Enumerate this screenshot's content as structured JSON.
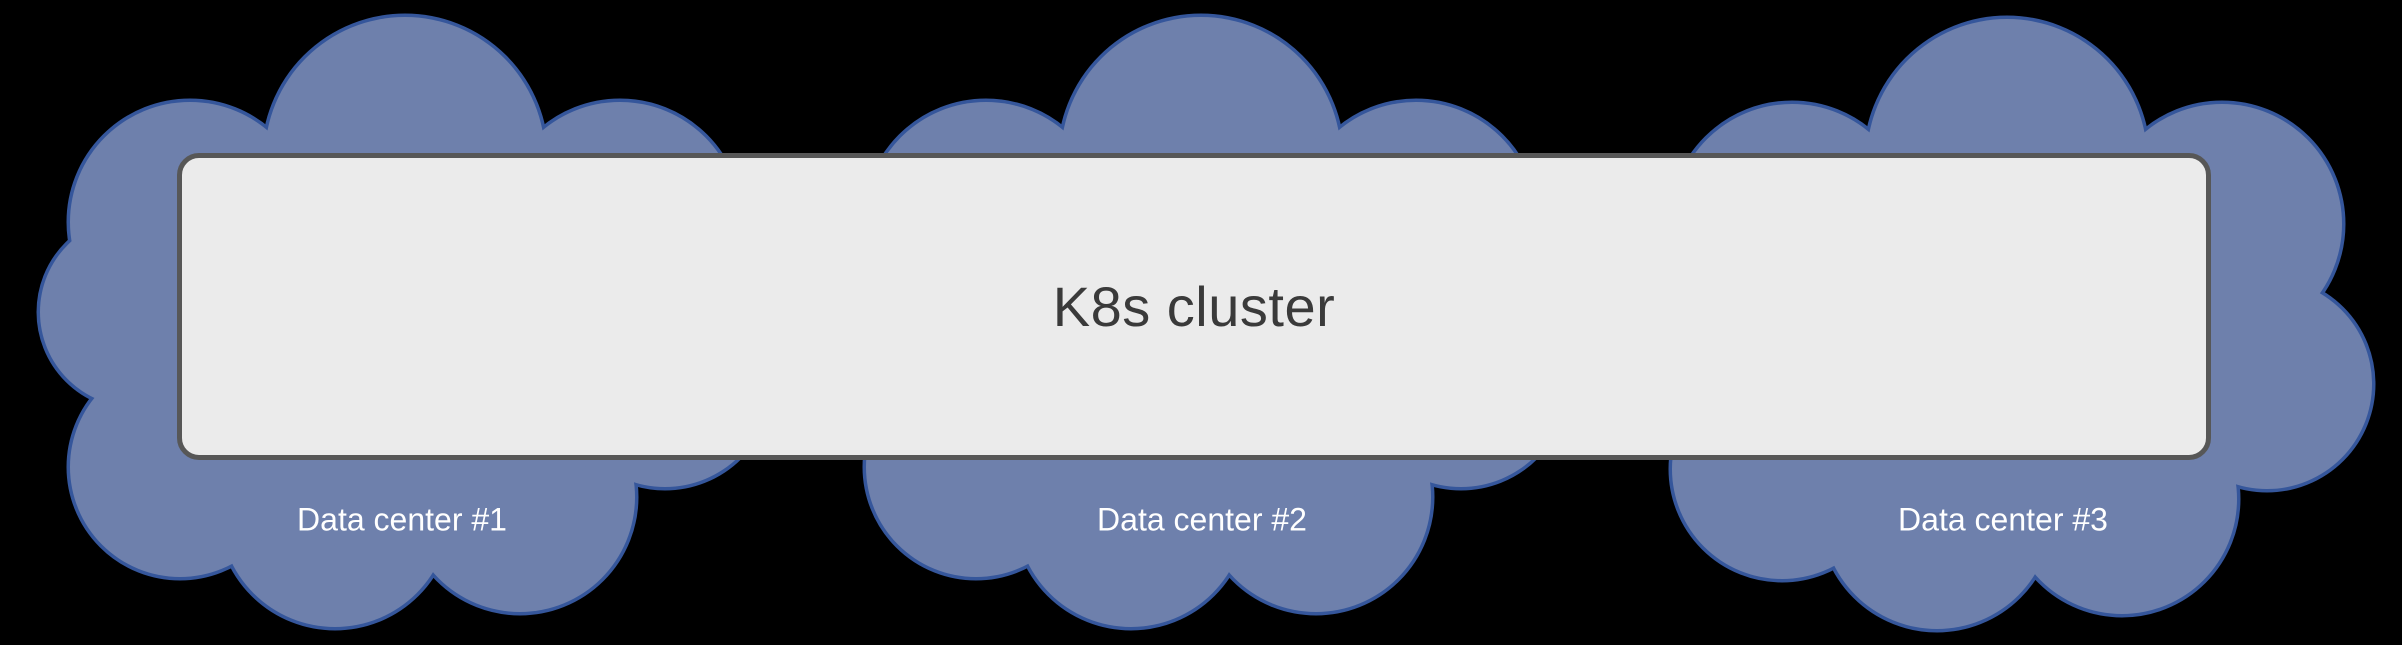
{
  "diagram": {
    "cluster_label": "K8s cluster",
    "clouds": [
      {
        "label": "Data center #1"
      },
      {
        "label": "Data center #2"
      },
      {
        "label": "Data center #3"
      }
    ],
    "colors": {
      "background": "#000000",
      "cloud_fill": "#6e80ac",
      "cloud_stroke": "#35569b",
      "cluster_fill": "#ebebeb",
      "cluster_stroke": "#575757",
      "cluster_text": "#3a3a3a",
      "cloud_text": "#ffffff"
    }
  }
}
